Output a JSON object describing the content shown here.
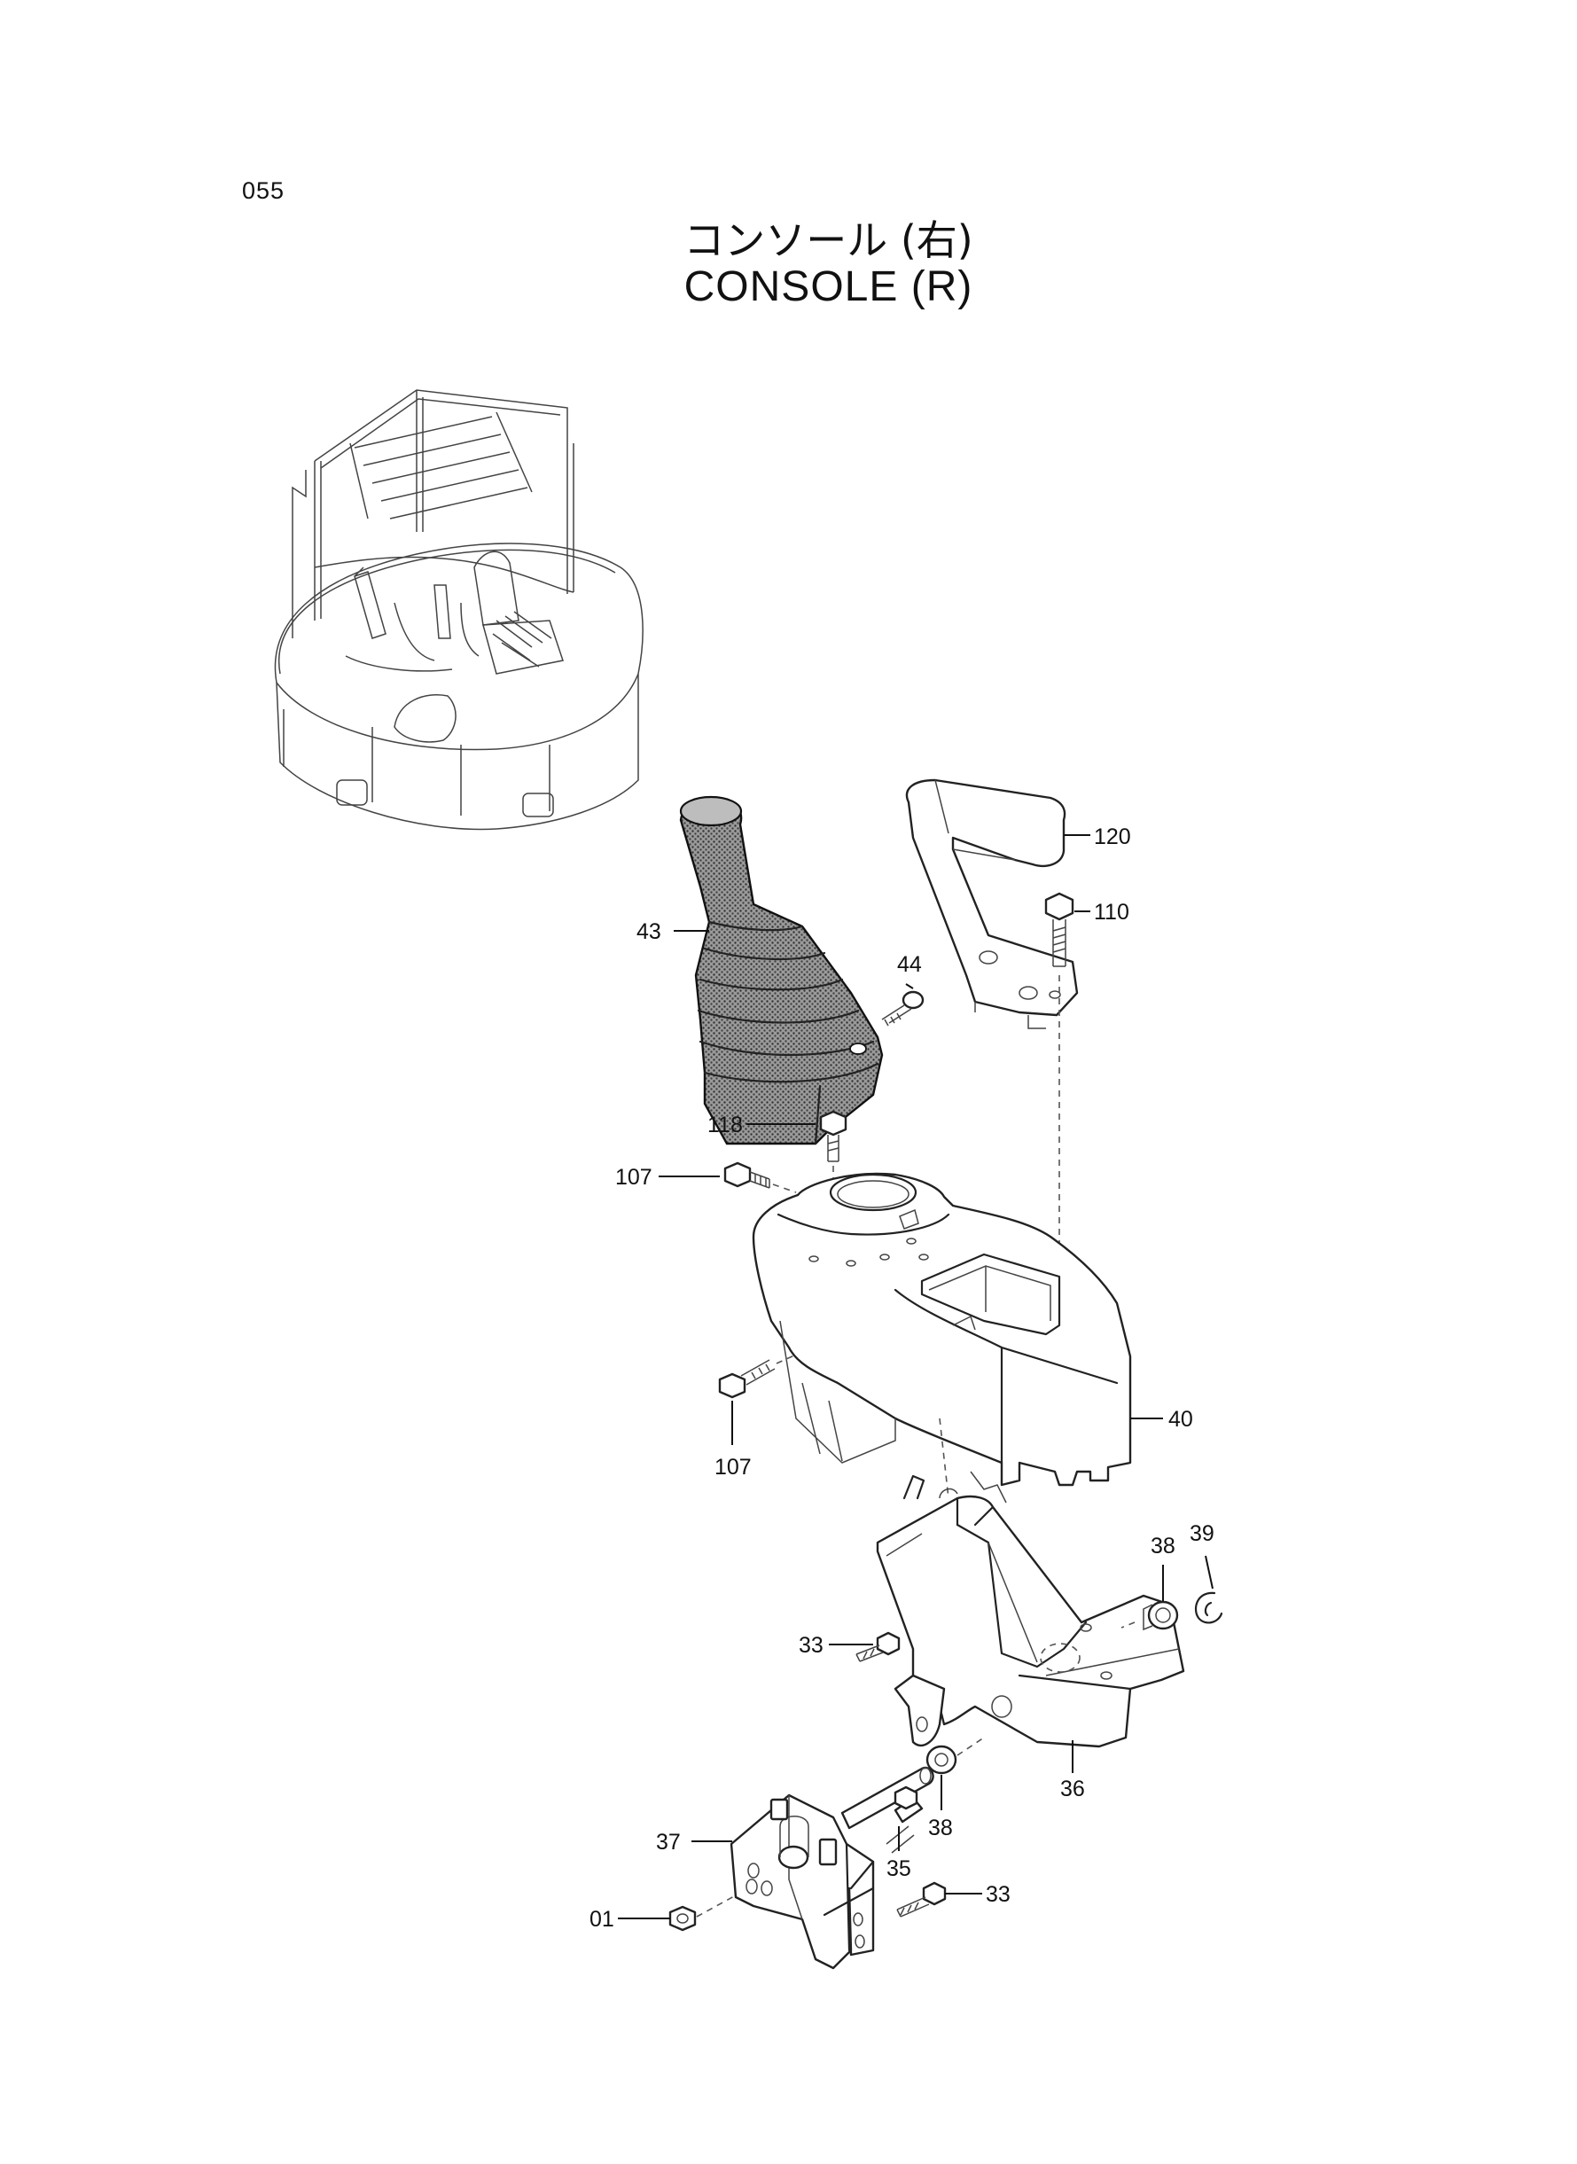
{
  "page_number": "055",
  "title_jp": "コンソール (右)",
  "title_en": "CONSOLE (R)",
  "callouts": {
    "c120": "120",
    "c110": "110",
    "c43": "43",
    "c44": "44",
    "c118": "118",
    "c107a": "107",
    "c107b": "107",
    "c40": "40",
    "c38a": "38",
    "c39": "39",
    "c33a": "33",
    "c36": "36",
    "c38b": "38",
    "c37": "37",
    "c35": "35",
    "c01": "01",
    "c33b": "33"
  }
}
